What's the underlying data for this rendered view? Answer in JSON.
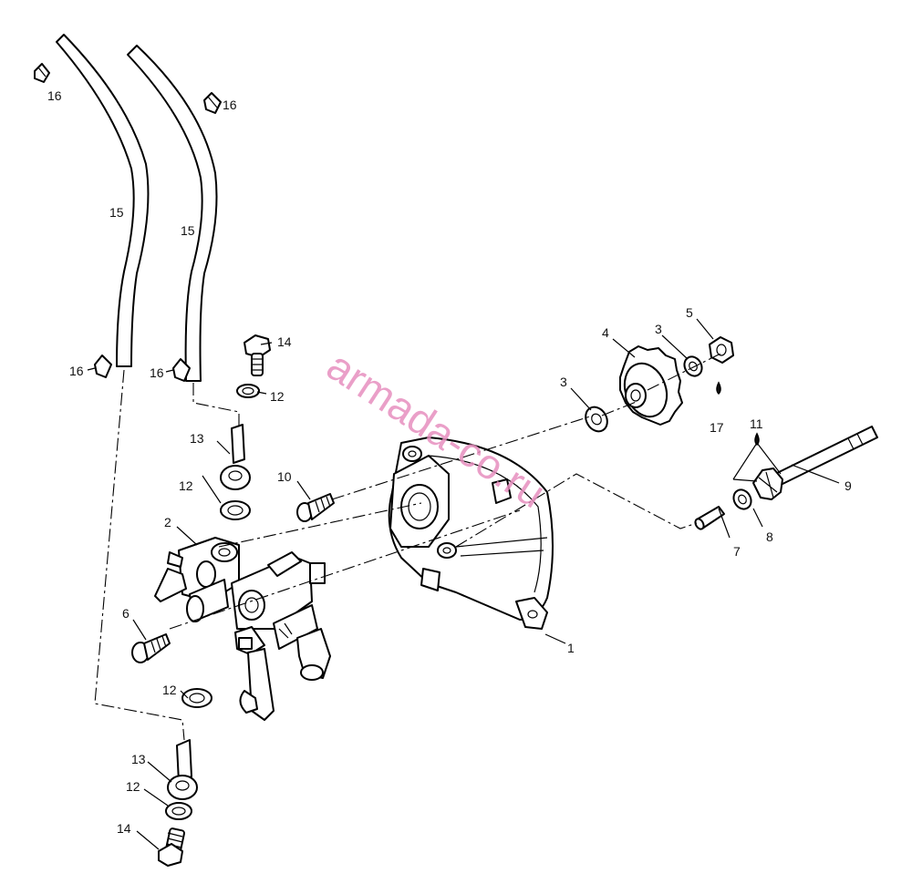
{
  "watermark": "armada-co.ru",
  "callouts": {
    "c1": "1",
    "c2": "2",
    "c3a": "3",
    "c3b": "3",
    "c4": "4",
    "c5": "5",
    "c6": "6",
    "c7": "7",
    "c8": "8",
    "c9": "9",
    "c10": "10",
    "c11": "11",
    "c12a": "12",
    "c12b": "12",
    "c12c": "12",
    "c12d": "12",
    "c13a": "13",
    "c13b": "13",
    "c14a": "14",
    "c14b": "14",
    "c15a": "15",
    "c15b": "15",
    "c16a": "16",
    "c16b": "16",
    "c16c": "16",
    "c16d": "16",
    "c17": "17"
  },
  "colors": {
    "line": "#000000",
    "watermark": "#e78fbf",
    "background": "#ffffff"
  }
}
